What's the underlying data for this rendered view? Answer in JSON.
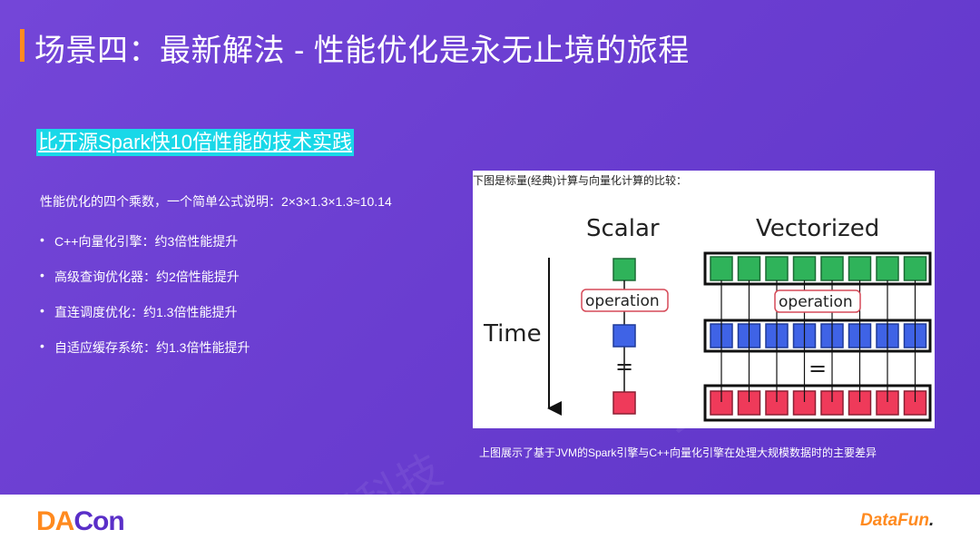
{
  "header": {
    "title": "场景四：最新解法 - 性能优化是永无止境的旅程",
    "accent_color": "#ff8a1f"
  },
  "main": {
    "subtitle": "比开源Spark快10倍性能的技术实践",
    "intro": "性能优化的四个乘数，一个简单公式说明：2×3×1.3×1.3≈10.14",
    "bullets": [
      {
        "label": "C++向量化引擎：约3倍性能提升"
      },
      {
        "label": "高级查询优化器：约2倍性能提升"
      },
      {
        "label": "直连调度优化：约1.3倍性能提升"
      },
      {
        "label": "自适应缓存系统：约1.3倍性能提升"
      }
    ]
  },
  "figure": {
    "caption_top": "下图是标量(经典)计算与向量化计算的比较：",
    "scalar_label": "Scalar",
    "vectorized_label": "Vectorized",
    "time_label": "Time",
    "operation_label": "operation",
    "equals": "=",
    "caption_bottom": "上图展示了基于JVM的Spark引擎与C++向量化引擎在处理大规模数据时的主要差异",
    "colors": {
      "input": "#2fb35a",
      "mid": "#3f63e6",
      "output": "#ef3a5a"
    }
  },
  "footer": {
    "logo_left_da": "DA",
    "logo_left_con": "Con",
    "logo_right_data": "DataFun",
    "logo_right_dot": "."
  }
}
